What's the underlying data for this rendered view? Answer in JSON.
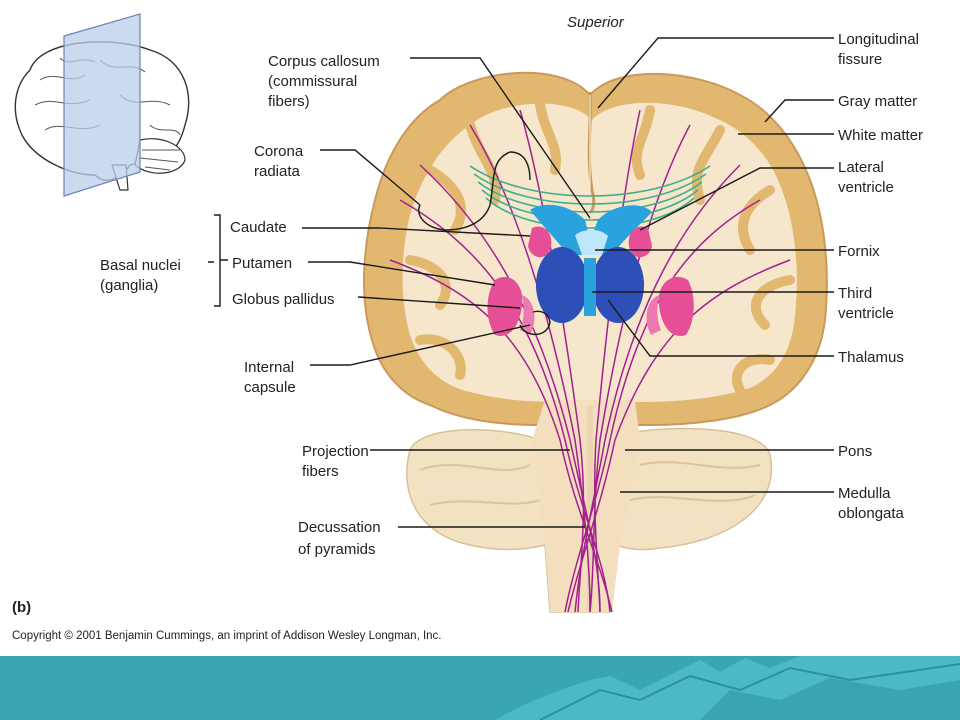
{
  "diagram": {
    "orientation_label": "Superior",
    "panel_label": "(b)",
    "copyright": "Copyright © 2001 Benjamin Cummings, an imprint of Addison Wesley Longman, Inc.",
    "labels_left": {
      "corpus_callosum": [
        "Corpus callosum",
        "(commissural",
        "fibers)"
      ],
      "corona_radiata": [
        "Corona",
        "radiata"
      ],
      "caudate": [
        "Caudate"
      ],
      "putamen": [
        "Putamen"
      ],
      "globus_pallidus": [
        "Globus pallidus"
      ],
      "basal_nuclei": [
        "Basal nuclei",
        "(ganglia)"
      ],
      "internal_capsule": [
        "Internal",
        "capsule"
      ],
      "projection_fibers": [
        "Projection",
        "fibers"
      ],
      "decussation": [
        "Decussation",
        "of pyramids"
      ]
    },
    "labels_right": {
      "longitudinal_fissure": [
        "Longitudinal",
        "fissure"
      ],
      "gray_matter": [
        "Gray matter"
      ],
      "white_matter": [
        "White matter"
      ],
      "lateral_ventricle": [
        "Lateral",
        "ventricle"
      ],
      "fornix": [
        "Fornix"
      ],
      "third_ventricle": [
        "Third",
        "ventricle"
      ],
      "thalamus": [
        "Thalamus"
      ],
      "pons": [
        "Pons"
      ],
      "medulla_oblongata": [
        "Medulla",
        "oblongata"
      ]
    },
    "colors": {
      "gray_matter": "#e2b870",
      "white_matter": "#f5e6cc",
      "fibers": "#a3208f",
      "commissural": "#3fae8a",
      "ventricle": "#2aa2dd",
      "thalamus": "#2e4fb8",
      "basal_nuclei": "#e64f98",
      "footer_band": "#3aa6b2"
    }
  }
}
